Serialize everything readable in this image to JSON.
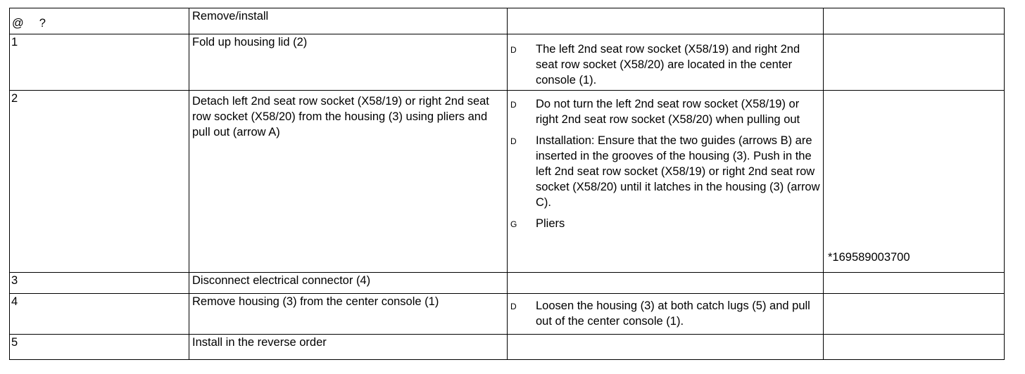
{
  "header": {
    "symbol_left": "@",
    "symbol_right": "?",
    "title": "Remove/install"
  },
  "steps": [
    {
      "num": "1",
      "action": "Fold up housing lid (2)",
      "notes": [
        {
          "marker": "D",
          "text": "The left 2nd seat row socket (X58/19) and right 2nd seat row socket (X58/20) are located in the center console (1)."
        }
      ],
      "part": ""
    },
    {
      "num": "2",
      "action": "Detach left 2nd seat row socket (X58/19) or right 2nd seat row socket (X58/20) from the housing (3) using pliers and pull out (arrow A)",
      "notes": [
        {
          "marker": "D",
          "text": "Do not turn the left 2nd seat row socket (X58/19) or right 2nd seat row socket (X58/20) when pulling out"
        },
        {
          "marker": "D",
          "text": "Installation: Ensure that the two guides (arrows B) are inserted in the grooves of the housing (3). Push in the left 2nd seat row socket (X58/19) or right 2nd seat row socket (X58/20) until it latches in the housing (3) (arrow C)."
        },
        {
          "marker": "G",
          "text": "Pliers"
        }
      ],
      "part": "*169589003700"
    },
    {
      "num": "3",
      "action": "Disconnect electrical connector (4)",
      "notes": [],
      "part": ""
    },
    {
      "num": "4",
      "action": "Remove housing (3) from the center console (1)",
      "notes": [
        {
          "marker": "D",
          "text": "Loosen the housing (3) at both catch lugs (5) and pull out of the center console (1)."
        }
      ],
      "part": ""
    },
    {
      "num": "5",
      "action": "Install in the reverse order",
      "notes": [],
      "part": ""
    }
  ]
}
